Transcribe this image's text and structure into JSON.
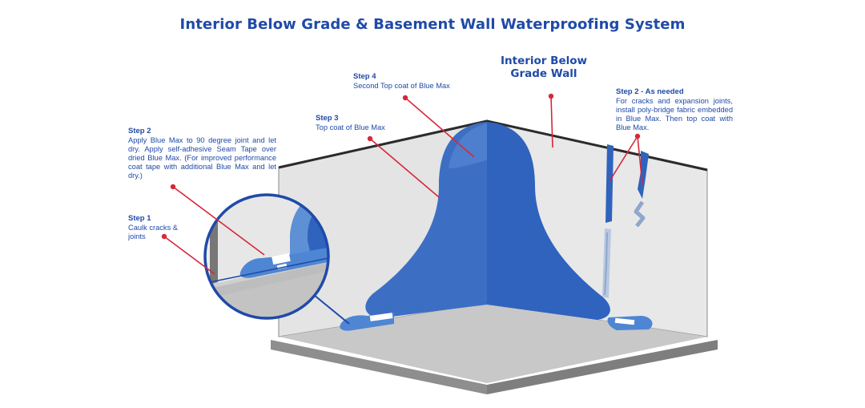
{
  "title": "Interior Below Grade & Basement Wall Waterproofing System",
  "wall_label": "Interior Below Grade Wall",
  "steps": {
    "step1": {
      "title": "Step 1",
      "text": "Caulk cracks & joints"
    },
    "step2_left": {
      "title": "Step 2",
      "text": "Apply Blue Max to 90 degree joint and let dry. Apply self-adhesive Seam Tape over dried Blue Max. (For improved performance coat tape with additional Blue Max and let dry.)"
    },
    "step3": {
      "title": "Step 3",
      "text": "Top coat of Blue Max"
    },
    "step4": {
      "title": "Step 4",
      "text": "Second Top coat of Blue Max"
    },
    "step2_right": {
      "title": "Step 2 - As needed",
      "text": "For cracks and expansion joints, install poly-bridge fabric embedded in Blue Max. Then top coat with Blue Max."
    }
  },
  "colors": {
    "title_blue": "#1f4aa8",
    "coating_blue": "#2f63bd",
    "coating_light": "#4f86d3",
    "wall_gray": "#e4e4e4",
    "floor_gray": "#c6c6c6",
    "pointer_red": "#d6283a"
  }
}
